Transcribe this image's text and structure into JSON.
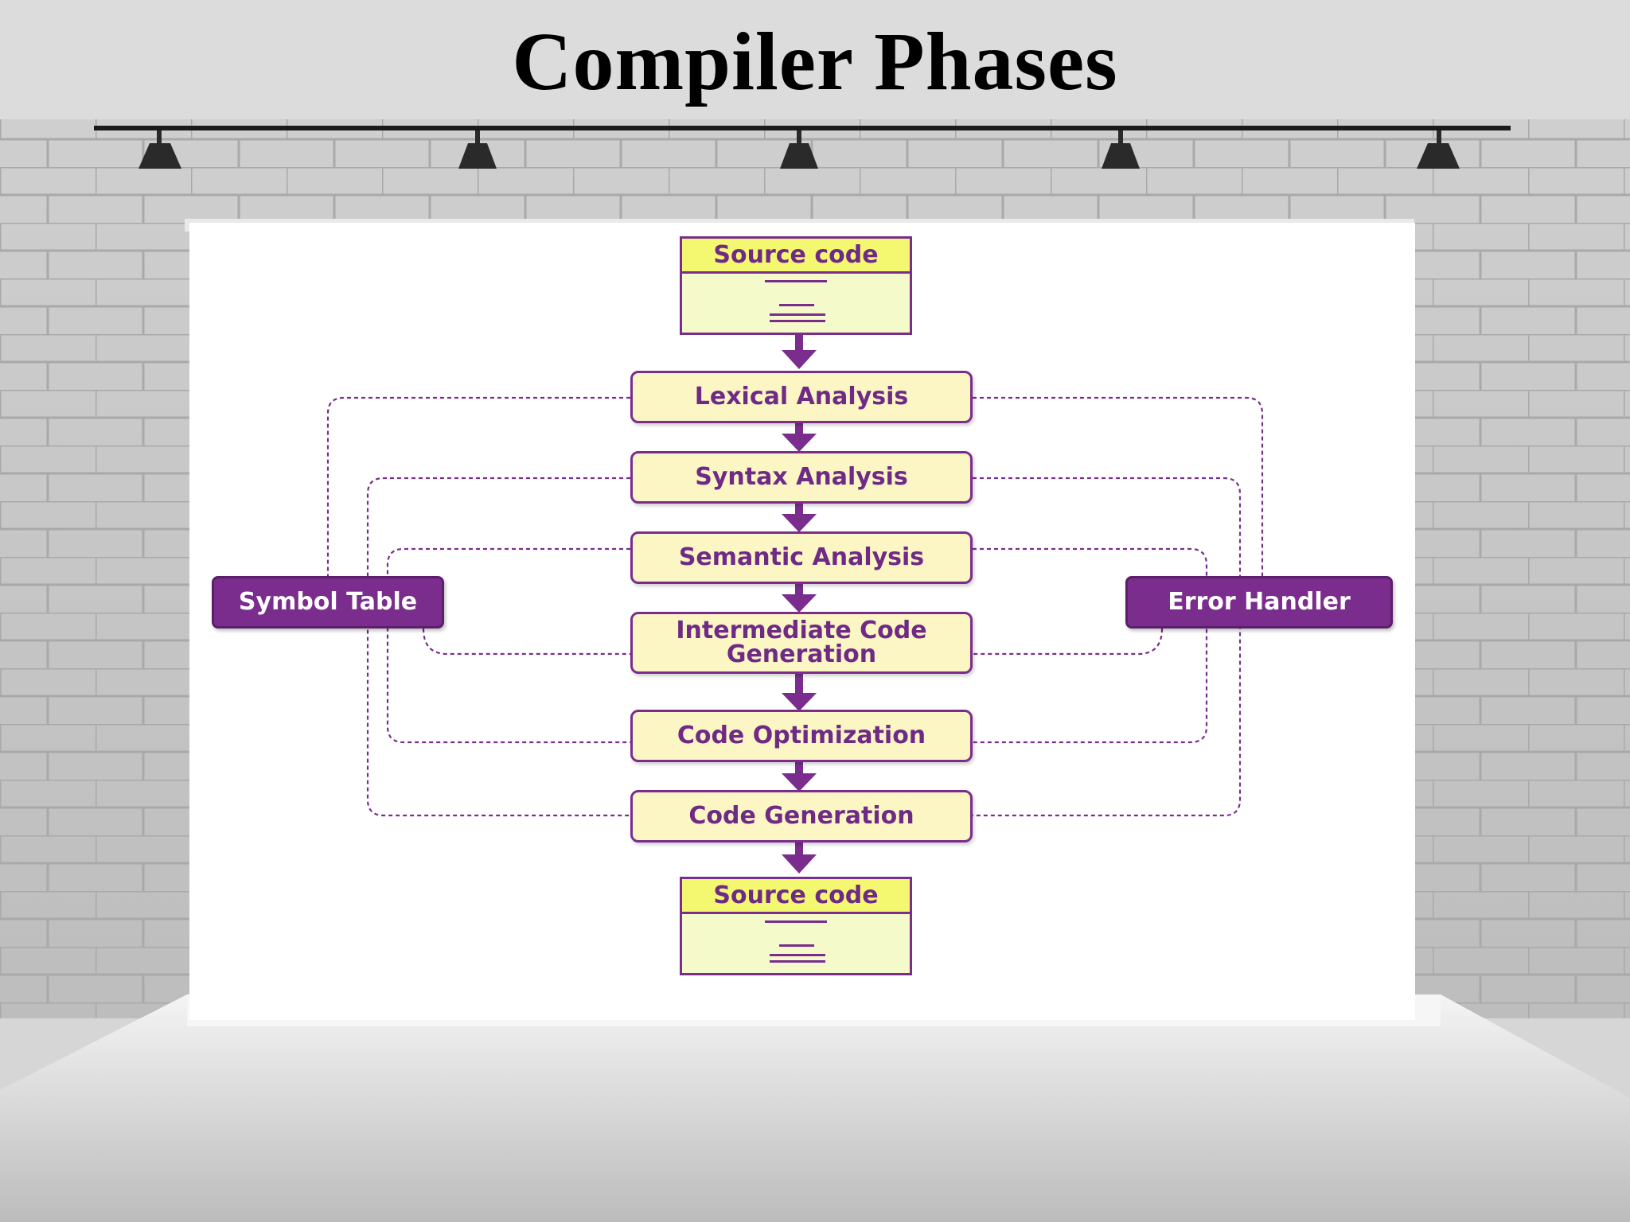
{
  "title": "Compiler Phases",
  "colors": {
    "purple": "#7b2d8e",
    "phase_fill": "#fbf6c4",
    "doc_header": "#f3f870",
    "doc_body": "#f4fac9",
    "backdrop": "#ffffff"
  },
  "diagram": {
    "input_doc": {
      "label": "Source code"
    },
    "output_doc": {
      "label": "Source code"
    },
    "phases": [
      {
        "label": "Lexical Analysis"
      },
      {
        "label": "Syntax Analysis"
      },
      {
        "label": "Semantic Analysis"
      },
      {
        "label": "Intermediate Code\nGeneration"
      },
      {
        "label": "Code Optimization"
      },
      {
        "label": "Code Generation"
      }
    ],
    "symbol_table": {
      "label": "Symbol Table"
    },
    "error_handler": {
      "label": "Error Handler"
    }
  }
}
